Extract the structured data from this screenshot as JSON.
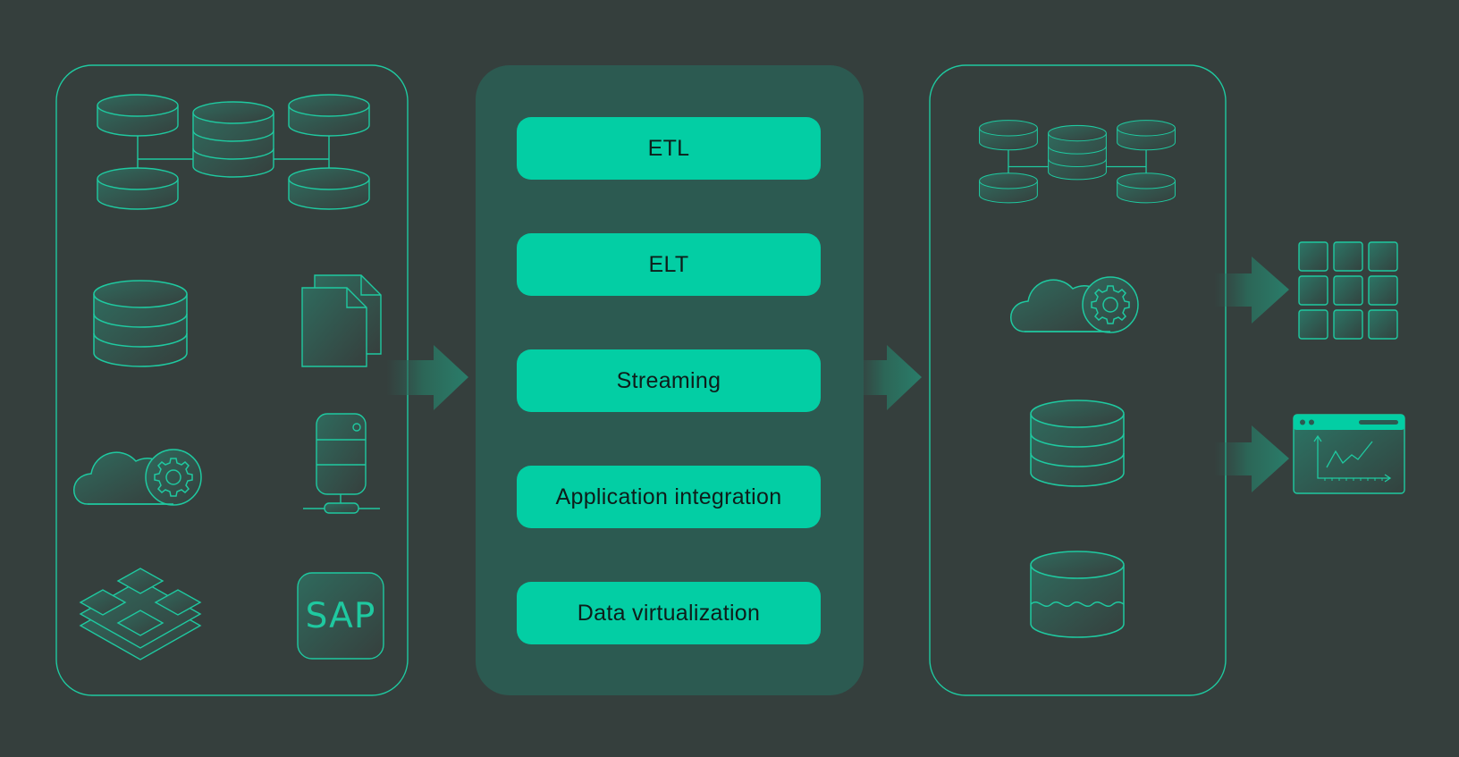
{
  "diagram": {
    "integration_methods": [
      {
        "label": "ETL"
      },
      {
        "label": "ELT"
      },
      {
        "label": "Streaming"
      },
      {
        "label": "Application integration"
      },
      {
        "label": "Data virtualization"
      }
    ],
    "source_icons": [
      "connected-databases-icon",
      "database-icon",
      "documents-icon",
      "cloud-gear-icon",
      "server-icon",
      "layers-icon",
      "sap-icon"
    ],
    "target_icons": [
      "connected-databases-icon",
      "cloud-gear-icon",
      "database-icon",
      "data-lake-icon"
    ],
    "consumer_icons": [
      "tiles-grid-icon",
      "dashboard-chart-icon"
    ],
    "sap_label": "SAP",
    "colors": {
      "background": "#353f3d",
      "accent": "#03cea4",
      "outline": "#1fc9a0",
      "middle_panel": "#2c5a51",
      "label_text": "#0e1d1a"
    }
  }
}
